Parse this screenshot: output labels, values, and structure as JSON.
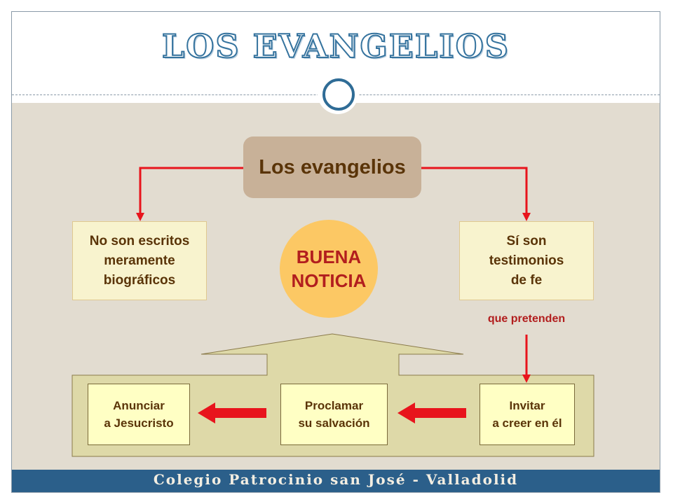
{
  "title": "LOS EVANGELIOS",
  "footer": "Colegio Patrocinio san José  -  Valladolid",
  "diagram": {
    "main": "Los evangelios",
    "left": [
      "No son escritos",
      "meramente",
      "biográficos"
    ],
    "right": [
      "Sí son",
      "testimonios",
      "de fe"
    ],
    "center": [
      "BUENA",
      "NOTICIA"
    ],
    "connector": "que pretenden",
    "steps": [
      [
        "Anunciar",
        "a Jesucristo"
      ],
      [
        "Proclamar",
        "su salvación"
      ],
      [
        "Invitar",
        "a creer en él"
      ]
    ]
  },
  "colors": {
    "accent": "#2b5f8a",
    "arrow": "#e8141c",
    "main_box": "#c8b198",
    "side_box": "#f8f3ce",
    "circle": "#fcc864",
    "panel": "#ded9a8"
  }
}
